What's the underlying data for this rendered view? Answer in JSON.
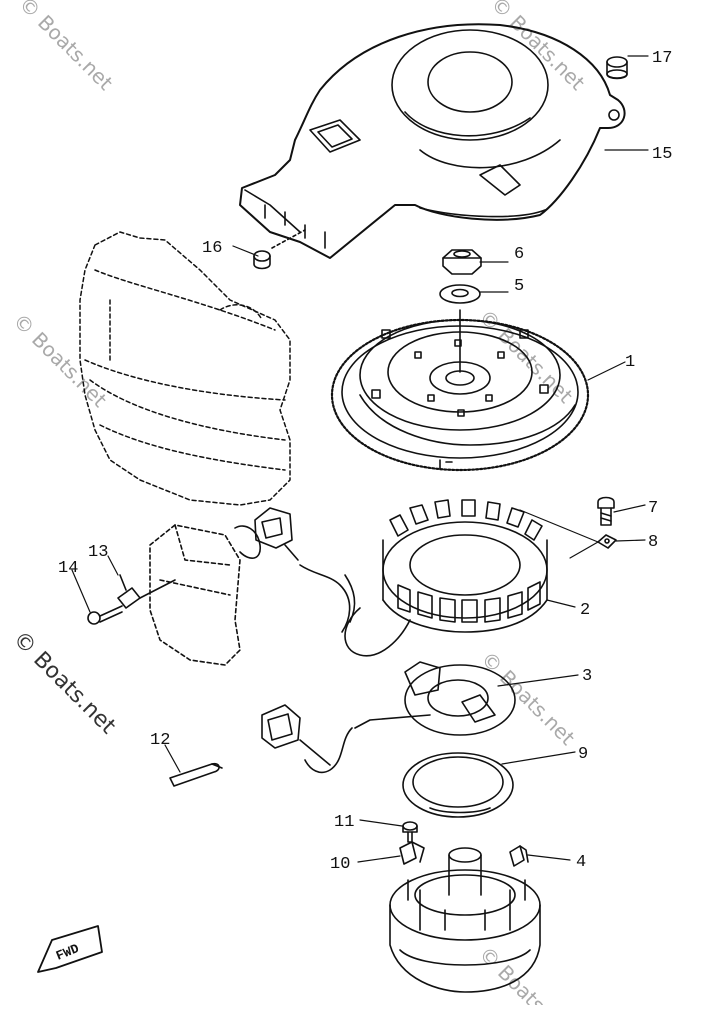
{
  "diagram": {
    "callouts": [
      {
        "number": "1"
      },
      {
        "number": "2"
      },
      {
        "number": "3"
      },
      {
        "number": "4"
      },
      {
        "number": "5"
      },
      {
        "number": "6"
      },
      {
        "number": "7"
      },
      {
        "number": "8"
      },
      {
        "number": "9"
      },
      {
        "number": "10"
      },
      {
        "number": "11"
      },
      {
        "number": "12"
      },
      {
        "number": "13"
      },
      {
        "number": "14"
      },
      {
        "number": "15"
      },
      {
        "number": "16"
      },
      {
        "number": "17"
      }
    ],
    "direction_marker": "FWD",
    "watermark": "© Boats.net"
  }
}
